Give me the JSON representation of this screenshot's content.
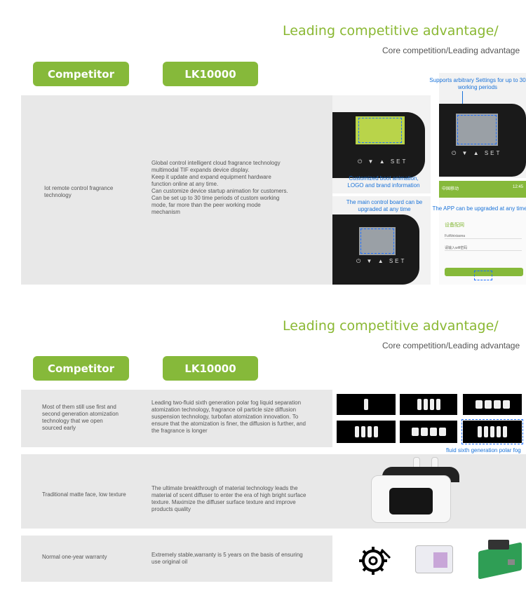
{
  "section1": {
    "headline": "Leading competitive advantage/",
    "subline": "Core competition/Leading advantage",
    "competitor_label": "Competitor",
    "product_label": "LK10000",
    "row": {
      "competitor_text": "Iot remote control fragrance technology",
      "product_text": "Global control intelligent cloud fragrance technology multimodal TIF expands device display.\nKeep it update and expand equipment hardware function online at any time.\nCan customize device startup animation for customers. Can be set up to 30 time periods of custom working mode, far more than the peer working mode mechanism",
      "annotations": {
        "settings": "Supports arbitrary Settings for up to 30 working periods",
        "boot": "Customized boot animation, LOGO and brand information",
        "board": "The main control board can be upgraded at any time",
        "app": "The APP can be upgraded at any time"
      },
      "device_buttons": "⏻ ▼ ▲ SET",
      "app_screen": {
        "title": "设备配网",
        "field1": "FuWeixiaona",
        "field2": "请输入wifi密码",
        "status_left": "中国移动",
        "status_right": "12:45"
      }
    }
  },
  "section2": {
    "headline": "Leading competitive advantage/",
    "subline": "Core competition/Leading advantage",
    "competitor_label": "Competitor",
    "product_label": "LK10000",
    "rows": [
      {
        "competitor_text": "Most of them still use first and second generation atomization technology that we open sourced early",
        "product_text": "Leading two-fluid sixth generation polar fog liquid separation atomization technology, fragrance oil particle size diffusion suspension technology, turbofan atomization innovation. To ensure that the atomization is finer, the diffusion is further, and the fragrance is longer",
        "annotation": "fluid sixth generation polar fog"
      },
      {
        "competitor_text": "Traditional matte face, low texture",
        "product_text": "The ultimate breakthrough of material technology leads the material of scent diffuser to enter the era of high bright surface texture. Maximize the diffuser surface texture and improve products quality"
      },
      {
        "competitor_text": "Normal one-year warranty",
        "product_text": "Extremely stable,warranty is 5 years on the basis of ensuring use original oil"
      }
    ]
  },
  "colors": {
    "accent": "#86b93a",
    "headline": "#8ab833",
    "band": "#e8e8e8",
    "annotation": "#1a73d9"
  }
}
